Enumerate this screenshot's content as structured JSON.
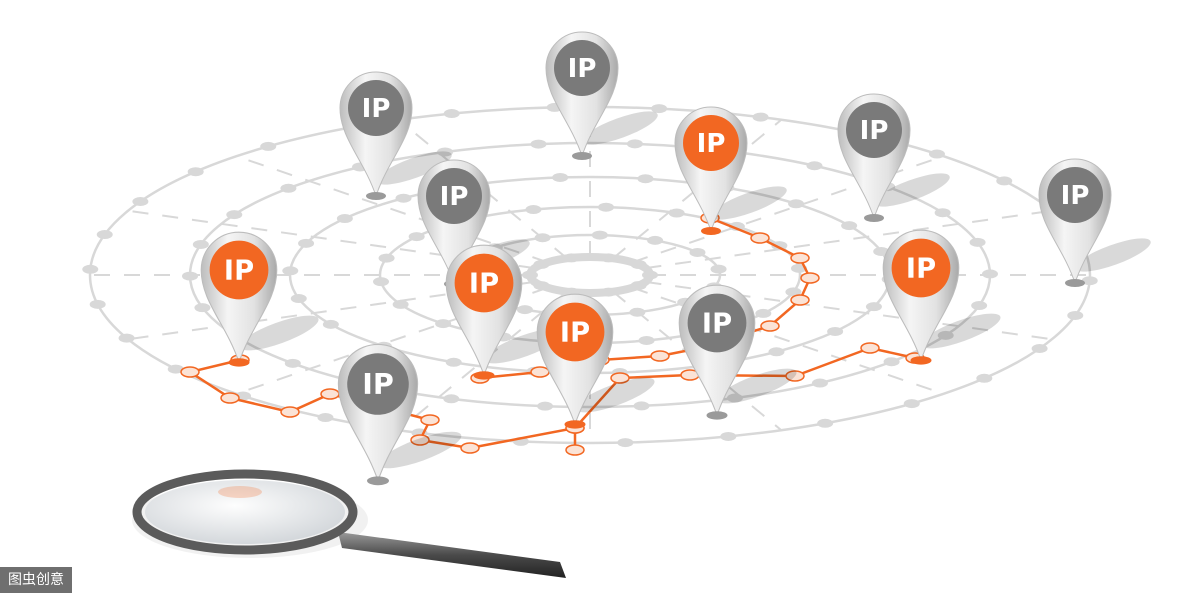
{
  "image": {
    "pin_label": "IP",
    "watermark": "图虫创意"
  },
  "colors": {
    "background": "#ffffff",
    "network_gray": "#d8d8d8",
    "network_orange": "#f26722",
    "pin_body": "#e9e9e9",
    "pin_gray_disc": "#7a7a7a",
    "pin_orange_disc": "#f26722",
    "pin_text": "#ffffff"
  },
  "pins": [
    {
      "name": "pin-ip-1",
      "variant": "gray"
    },
    {
      "name": "pin-ip-2",
      "variant": "gray"
    },
    {
      "name": "pin-ip-3",
      "variant": "orange"
    },
    {
      "name": "pin-ip-4",
      "variant": "gray"
    },
    {
      "name": "pin-ip-5",
      "variant": "gray"
    },
    {
      "name": "pin-ip-6",
      "variant": "gray"
    },
    {
      "name": "pin-ip-7",
      "variant": "orange"
    },
    {
      "name": "pin-ip-8",
      "variant": "orange"
    },
    {
      "name": "pin-ip-9",
      "variant": "orange"
    },
    {
      "name": "pin-ip-10",
      "variant": "gray"
    },
    {
      "name": "pin-ip-11",
      "variant": "orange"
    },
    {
      "name": "pin-ip-12",
      "variant": "gray"
    }
  ],
  "objects": [
    "magnifying-glass-icon",
    "network-map",
    "location-pin-icon"
  ]
}
